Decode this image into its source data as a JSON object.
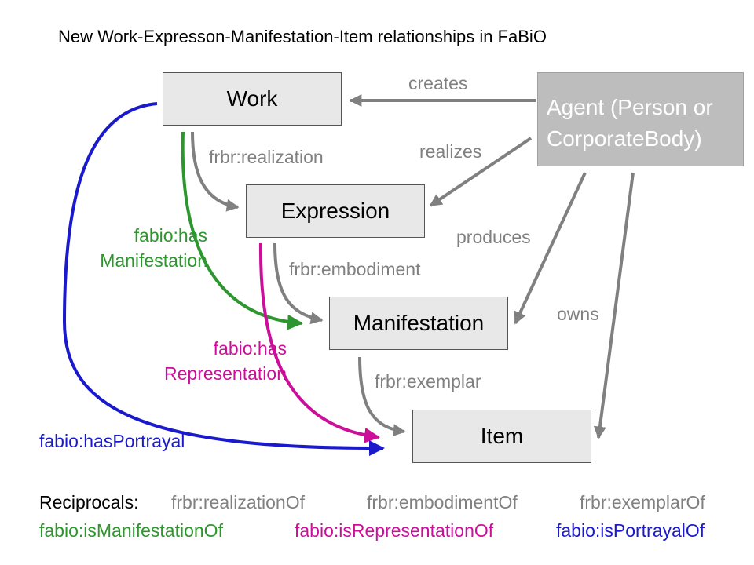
{
  "title": "New Work-Expresson-Manifestation-Item relationships in FaBiO",
  "nodes": {
    "work": "Work",
    "expression": "Expression",
    "manifestation": "Manifestation",
    "item": "Item",
    "agent_line1": "Agent (Person or",
    "agent_line2": "CorporateBody)"
  },
  "edges": {
    "creates": "creates",
    "realizes": "realizes",
    "produces": "produces",
    "owns": "owns",
    "realization": "frbr:realization",
    "embodiment": "frbr:embodiment",
    "exemplar": "frbr:exemplar",
    "has_manifestation_1": "fabio:has",
    "has_manifestation_2": "Manifestation",
    "has_representation_1": "fabio:has",
    "has_representation_2": "Representation",
    "has_portrayal": "fabio:hasPortrayal"
  },
  "reciprocals": {
    "label": "Reciprocals:",
    "realization_of": "frbr:realizationOf",
    "embodiment_of": "frbr:embodimentOf",
    "exemplar_of": "frbr:exemplarOf",
    "is_manifestation_of": "fabio:isManifestationOf",
    "is_representation_of": "fabio:isRepresentationOf",
    "is_portrayal_of": "fabio:isPortrayalOf"
  },
  "colors": {
    "gray": "#808080",
    "green": "#2e962e",
    "magenta": "#cc0f99",
    "blue": "#1a1acc"
  }
}
